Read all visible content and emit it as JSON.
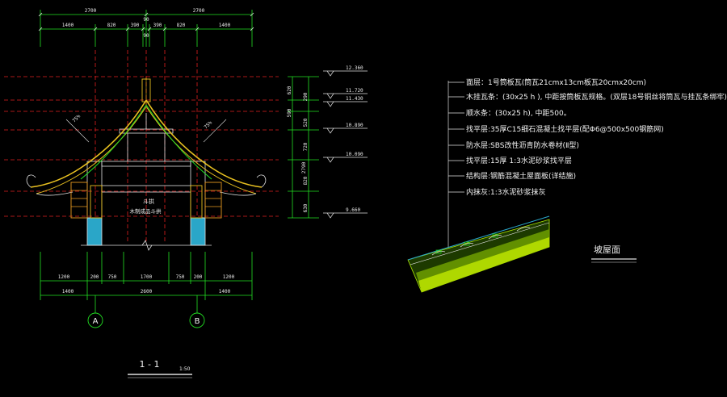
{
  "top_dims": {
    "row1": [
      "2700",
      "2700"
    ],
    "row1_mid": "90",
    "row2": [
      "1400",
      "820",
      "390",
      "390",
      "820",
      "1400"
    ],
    "row2_mid": "90"
  },
  "bottom_dims": {
    "row1": [
      "1200",
      "200",
      "750",
      "1700",
      "750",
      "200",
      "1200"
    ],
    "row2": [
      "1400",
      "2600",
      "1400"
    ]
  },
  "axes": [
    "A",
    "B"
  ],
  "elevations": [
    "12.360",
    "11.720",
    "11.430",
    "10.890",
    "10.090",
    "9.660"
  ],
  "right_dims_inner": [
    "620",
    "290",
    "520",
    "720",
    "820",
    "630"
  ],
  "right_dims_outer": [
    "590",
    "2790"
  ],
  "slopes": [
    "75%",
    "75%"
  ],
  "beam_labels": [
    "斗拱",
    "木制成品斗拱"
  ],
  "section_title": "1 - 1",
  "section_scale": "1:50",
  "roof_layers": [
    "面层：1号筒板瓦(筒瓦21cmx13cm板瓦20cmx20cm)",
    "木挂瓦条：(30x25 h ), 中距按筒板瓦规格。(双层18号铜丝将筒瓦与挂瓦条绑牢)",
    "顺水条：(30x25 h), 中距500。",
    "找平层:35厚C15细石混凝土找平层(配Φ6@500x500钢筋网)",
    "防水层:SBS改性沥青防水卷材(Ⅱ型)",
    "找平层:15厚 1:3水泥砂浆找平层",
    "结构层:钢筋混凝土屋面板(详结施)",
    "内抹灰:1:3水泥砂浆抹灰"
  ],
  "roof_detail_title": "坡屋面"
}
